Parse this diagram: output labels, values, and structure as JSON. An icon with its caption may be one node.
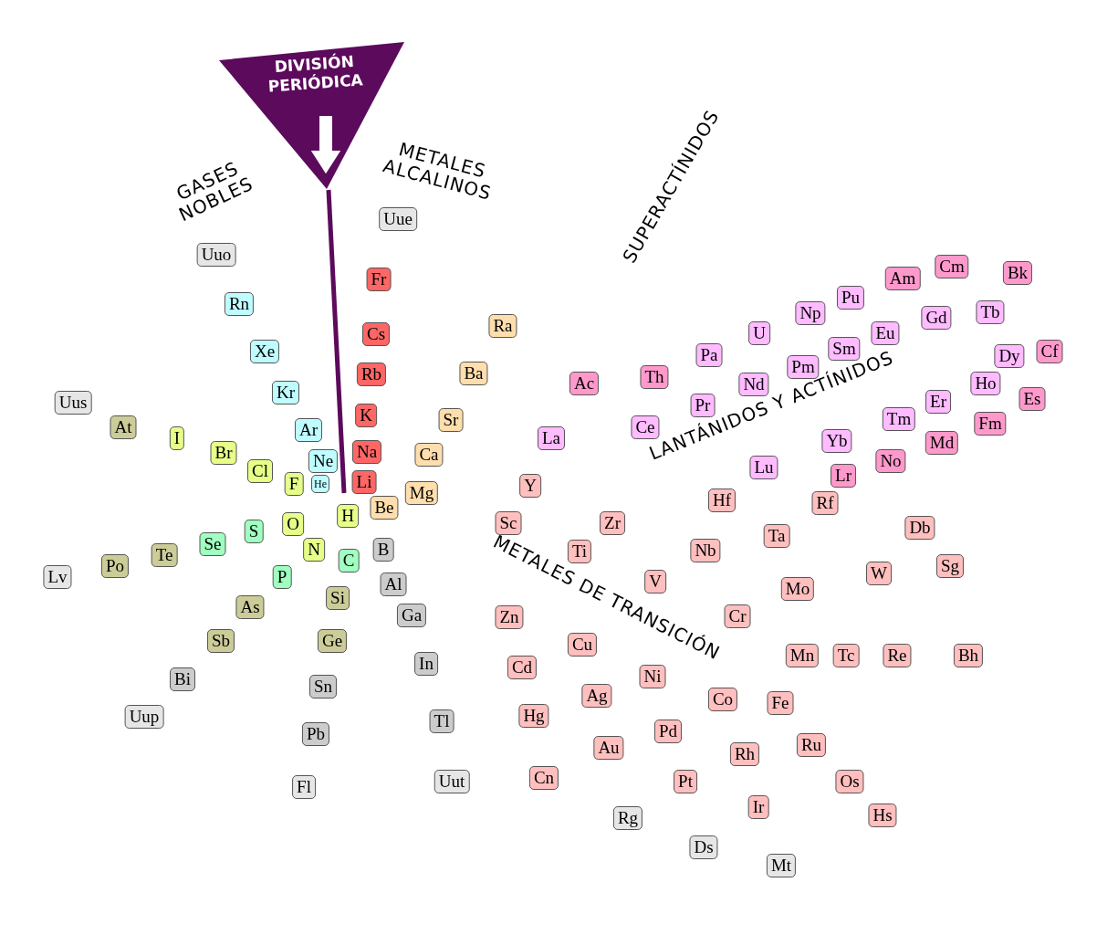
{
  "diagram": {
    "nodes": [
      {
        "text": [
          "DIVISIÓN PERIÓDICA"
        ]
      }
    ],
    "edges": [],
    "labels": [
      "GASES NOBLES",
      "METALES ALCALINOS",
      "SUPERACTÍNIDOS",
      "LANTÁNIDOS Y ACTÍNIDOS",
      "METALES DE TRANSICIÓN",
      "Uue",
      "Uuo",
      "Fr",
      "Rn",
      "Ra",
      "Cs",
      "Xe",
      "Rb",
      "Ba",
      "Ac",
      "Th",
      "Pa",
      "U",
      "Np",
      "Pu",
      "Am",
      "Cm",
      "Bk",
      "Tb",
      "Gd",
      "Eu",
      "Sm",
      "Pm",
      "Nd",
      "Pr",
      "Ce",
      "La",
      "Cf",
      "Dy",
      "Ho",
      "Es",
      "Er",
      "Fm",
      "Tm",
      "Md",
      "Yb",
      "No",
      "Lu",
      "Lr",
      "Kr",
      "Sr",
      "K",
      "Uus",
      "At",
      "I",
      "Ar",
      "Ca",
      "Na",
      "Ne",
      "Br",
      "Cl",
      "He",
      "Li",
      "F",
      "Y",
      "Hf",
      "Rf",
      "Be",
      "Mg",
      "H",
      "O",
      "Sc",
      "Zr",
      "Ta",
      "Db",
      "S",
      "Se",
      "N",
      "B",
      "Ti",
      "Nb",
      "C",
      "Sg",
      "W",
      "Te",
      "Po",
      "Lv",
      "P",
      "Al",
      "Mo",
      "V",
      "Si",
      "Ga",
      "Zn",
      "Cr",
      "As",
      "Ge",
      "Sb",
      "Cu",
      "Mn",
      "Tc",
      "Re",
      "Bh",
      "In",
      "Cd",
      "Ni",
      "Bi",
      "Sn",
      "Ag",
      "Co",
      "Fe",
      "Uup",
      "Hg",
      "Tl",
      "Pd",
      "Pb",
      "Rh",
      "Au",
      "Ru",
      "Uut",
      "Cn",
      "Pt",
      "Os",
      "Fl",
      "Ir",
      "Rg",
      "Hs",
      "Ds",
      "Mt"
    ]
  }
}
